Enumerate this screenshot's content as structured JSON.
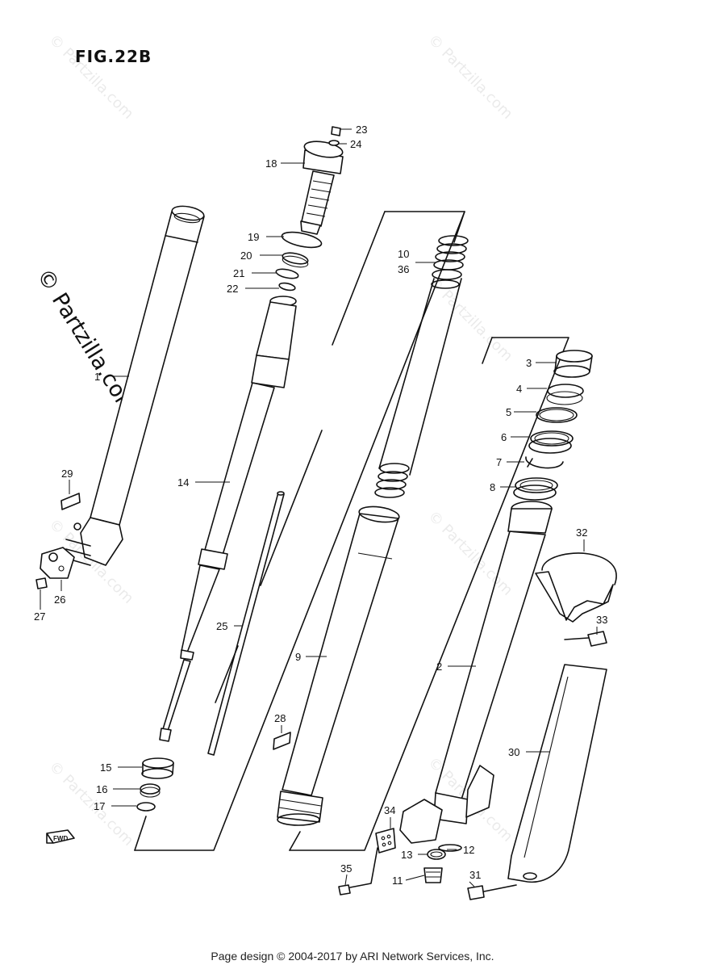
{
  "figure": {
    "title": "FIG.22B"
  },
  "watermark": {
    "text": "© Partzilla.com"
  },
  "footer": {
    "text": "Page design © 2004-2017 by ARI Network Services, Inc."
  },
  "callouts": {
    "c1": "1",
    "c2": "2",
    "c3": "3",
    "c4": "4",
    "c5": "5",
    "c6": "6",
    "c7": "7",
    "c8": "8",
    "c9": "9",
    "c10": "10",
    "c11": "11",
    "c12": "12",
    "c13": "13",
    "c14": "14",
    "c15": "15",
    "c16": "16",
    "c17": "17",
    "c18": "18",
    "c19": "19",
    "c20": "20",
    "c21": "21",
    "c22": "22",
    "c23": "23",
    "c24": "24",
    "c25": "25",
    "c26": "26",
    "c27": "27",
    "c28": "28",
    "c29": "29",
    "c30": "30",
    "c31": "31",
    "c32": "32",
    "c33": "33",
    "c34": "34",
    "c35": "35",
    "c36": "36"
  },
  "fwd_marker": {
    "text": "FWD"
  }
}
